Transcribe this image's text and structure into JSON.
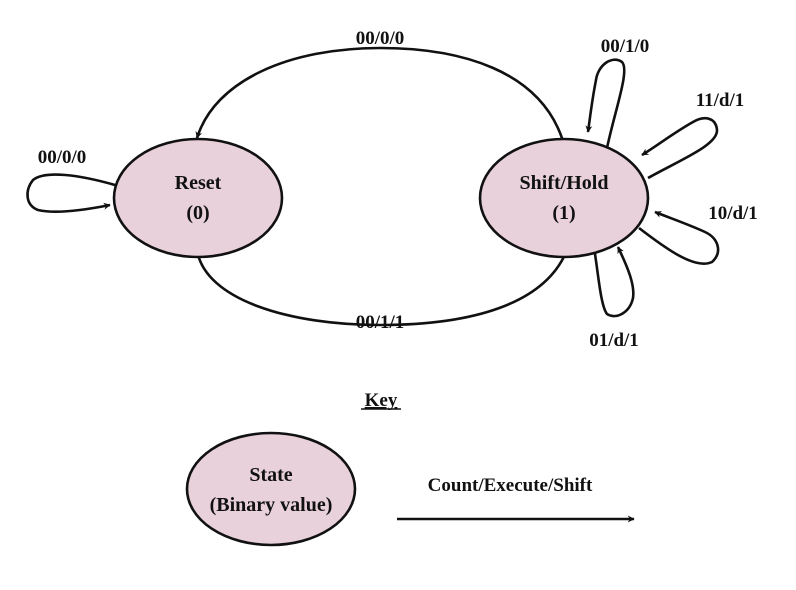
{
  "colors": {
    "state_fill": "#e8d1da",
    "stroke": "#111111"
  },
  "states": {
    "reset": {
      "name": "Reset",
      "value": "(0)"
    },
    "shift_hold": {
      "name": "Shift/Hold",
      "value": "(1)"
    }
  },
  "transitions": {
    "reset_self": "00/0/0",
    "shift_to_reset": "00/0/0",
    "reset_to_shift": "00/1/1",
    "shift_self_a": "00/1/0",
    "shift_self_b": "11/d/1",
    "shift_self_c": "10/d/1",
    "shift_self_d": "01/d/1"
  },
  "key": {
    "title": "Key",
    "state_name": "State",
    "state_value": "(Binary value)",
    "arrow_label": "Count/Execute/Shift"
  }
}
